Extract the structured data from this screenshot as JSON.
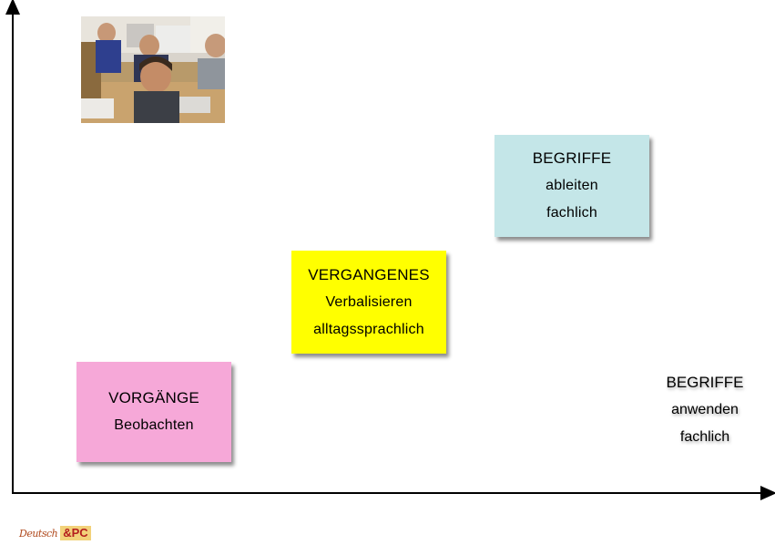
{
  "colors": {
    "pink": "#f6a8d8",
    "yellow": "#ffff00",
    "light_blue": "#c4e6e8",
    "axis": "#000000"
  },
  "boxes": [
    {
      "lines": [
        "VORGÄNGE",
        "Beobachten"
      ],
      "color": "#f6a8d8"
    },
    {
      "lines": [
        "VERGANGENES",
        "Verbalisieren",
        "alltagssprachlich"
      ],
      "color": "#ffff00"
    },
    {
      "lines": [
        "BEGRIFFE",
        "ableiten",
        "fachlich"
      ],
      "color": "#c4e6e8"
    }
  ],
  "plain_label": {
    "lines": [
      "BEGRIFFE",
      "anwenden",
      "fachlich"
    ]
  },
  "logo": {
    "script_text": "Deutsch",
    "brand_text": "&PC"
  }
}
